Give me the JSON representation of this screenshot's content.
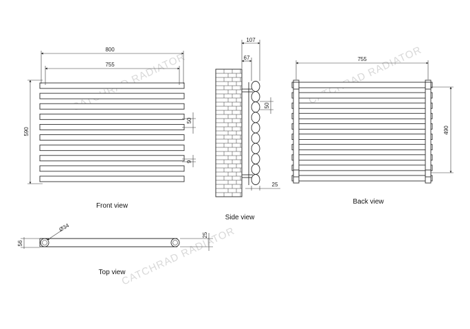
{
  "watermark": "CATCHRAD RADIATOR",
  "front_view": {
    "caption": "Front view",
    "width_overall": "800",
    "width_centres": "755",
    "height": "590",
    "bar_pitch": "50",
    "bar_gap": "9",
    "bar_count": 10
  },
  "side_view": {
    "caption": "Side view",
    "depth_overall": "107",
    "depth_wall": "67",
    "tube_pitch": "50",
    "tube_width": "25",
    "tube_count": 10
  },
  "back_view": {
    "caption": "Back view",
    "width_centres": "755",
    "height_centres": "490",
    "bar_count": 10
  },
  "top_view": {
    "caption": "Top view",
    "pipe_diameter": "Ø34",
    "depth": "56",
    "tube_depth": "25"
  }
}
